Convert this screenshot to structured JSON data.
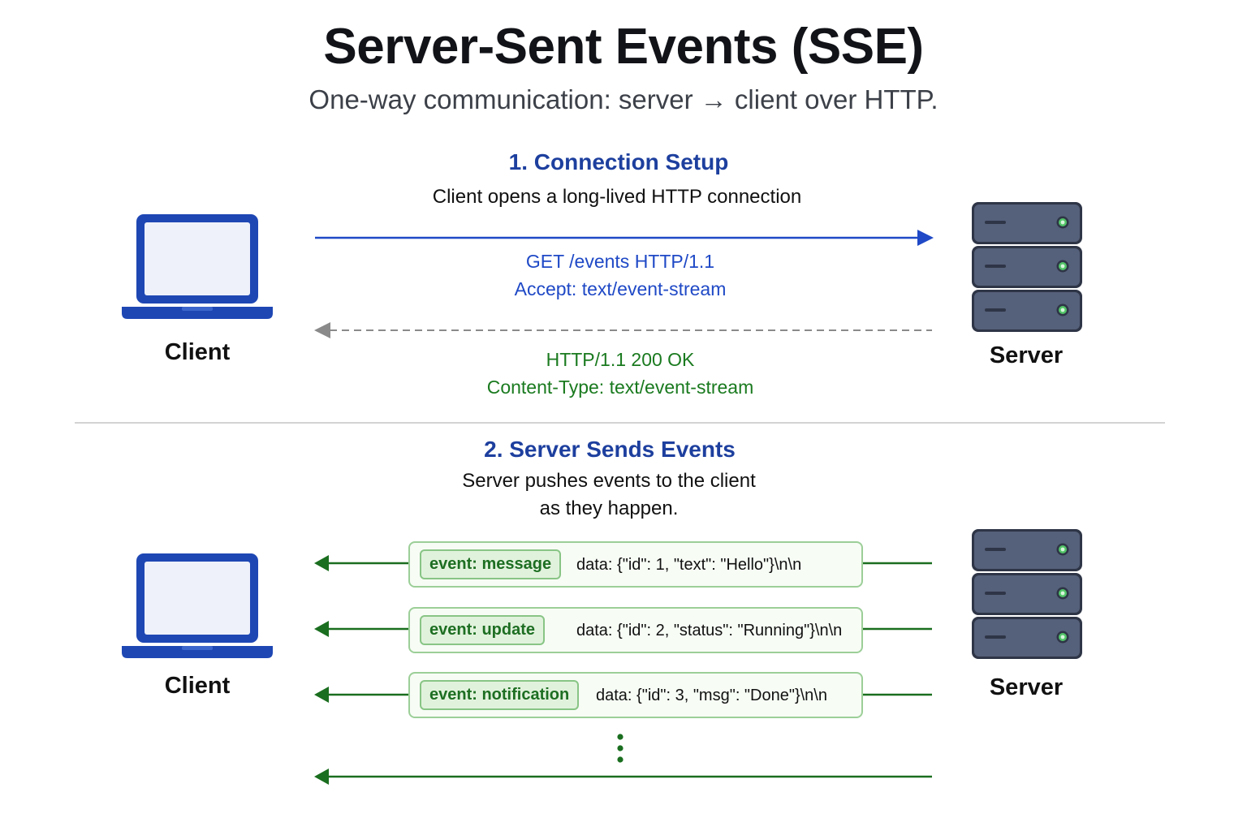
{
  "header": {
    "title": "Server-Sent Events (SSE)",
    "subtitle": "One-way communication: server → client over HTTP."
  },
  "section1": {
    "title": "1. Connection Setup",
    "description": "Client opens a long-lived HTTP connection",
    "request_line1": "GET /events HTTP/1.1",
    "request_line2": "Accept: text/event-stream",
    "response_line1": "HTTP/1.1 200 OK",
    "response_line2": "Content-Type: text/event-stream",
    "client_label": "Client",
    "server_label": "Server"
  },
  "section2": {
    "title": "2. Server Sends Events",
    "description_line1": "Server pushes events to the client",
    "description_line2": "as they happen.",
    "client_label": "Client",
    "server_label": "Server",
    "events": [
      {
        "tag": "event: message",
        "data": "data: {\"id\": 1, \"text\": \"Hello\"}\\n\\n"
      },
      {
        "tag": "event: update",
        "data": "data: {\"id\": 2, \"status\": \"Running\"}\\n\\n"
      },
      {
        "tag": "event: notification",
        "data": "data: {\"id\": 3, \"msg\": \"Done\"}\\n\\n"
      }
    ]
  },
  "icons": {
    "client": "laptop-icon",
    "server": "server-rack-icon",
    "continuation": "vertical-ellipsis-icon"
  },
  "colors": {
    "request": "#1f49c6",
    "response": "#1a7a1f",
    "section_title": "#1d3f9e",
    "laptop": "#1e47b4",
    "server": "#55607a",
    "event_arrow": "#1a6e1f"
  }
}
